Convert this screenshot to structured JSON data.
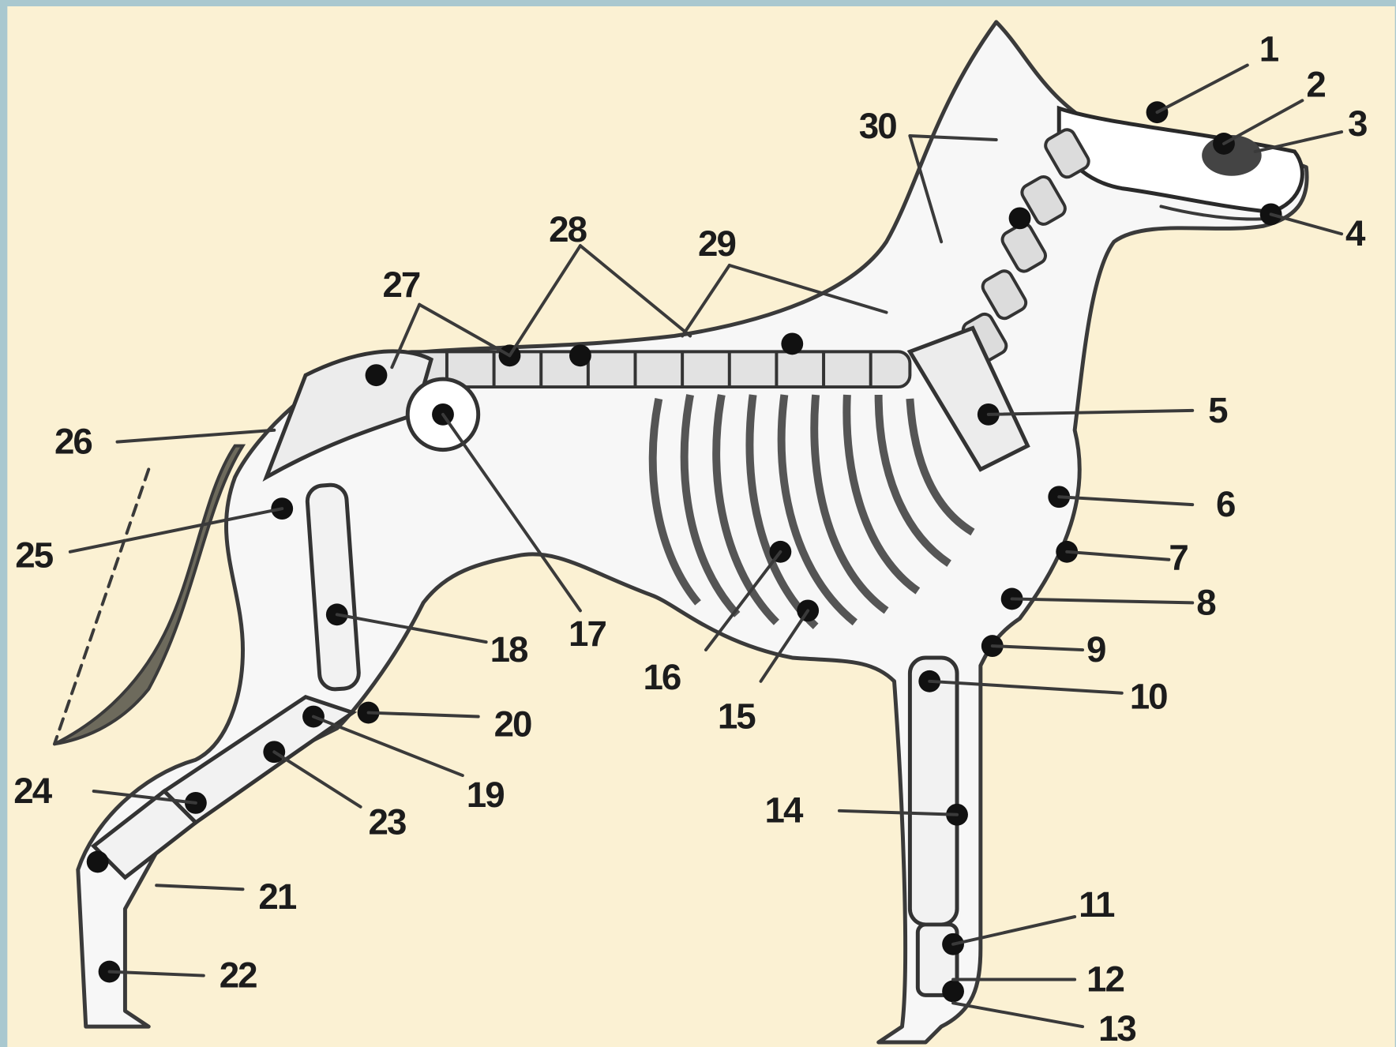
{
  "diagram": {
    "subject": "dog skeleton lateral view",
    "background_color": "#fbf1d3",
    "frame_color": "#a9c8cf",
    "bone_color": "#f7f7f7",
    "ink_color": "#1c1c1c",
    "labels": {
      "l1": "1",
      "l2": "2",
      "l3": "3",
      "l4": "4",
      "l5": "5",
      "l6": "6",
      "l7": "7",
      "l8": "8",
      "l9": "9",
      "l10": "10",
      "l11": "11",
      "l12": "12",
      "l13": "13",
      "l14": "14",
      "l15": "15",
      "l16": "16",
      "l17": "17",
      "l18": "18",
      "l19": "19",
      "l20": "20",
      "l21": "21",
      "l22": "22",
      "l23": "23",
      "l24": "24",
      "l25": "25",
      "l26": "26",
      "l27": "27",
      "l28": "28",
      "l29": "29",
      "l30": "30"
    }
  }
}
